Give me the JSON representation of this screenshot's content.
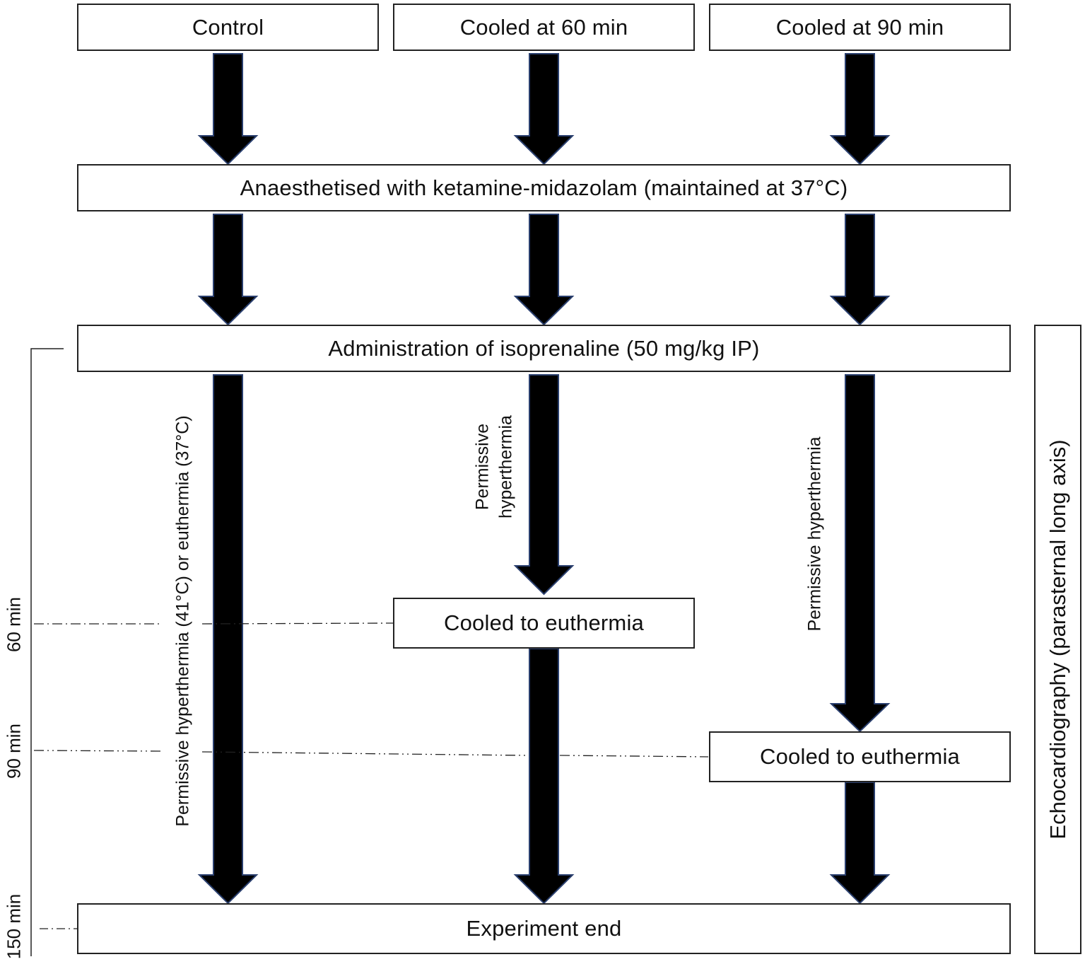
{
  "groups": {
    "control": "Control",
    "cooled_60": "Cooled at 60 min",
    "cooled_90": "Cooled at 90 min"
  },
  "steps": {
    "anaesthesia": "Anaesthetised with ketamine-midazolam (maintained at 37°C)",
    "isoprenaline": "Administration of isoprenaline (50 mg/kg IP)",
    "cooled_60": "Cooled to euthermia",
    "cooled_90": "Cooled to euthermia",
    "end": "Experiment end"
  },
  "arrow_labels": {
    "control": "Permissive hyperthermia (41°C) or euthermia (37°C)",
    "cooled_60_line1": "Permissive",
    "cooled_60_line2": "hyperthermia",
    "cooled_90": "Permissive hyperthermia"
  },
  "timeline": {
    "t60": "60 min",
    "t90": "90 min",
    "t150": "150 min"
  },
  "side_label": "Echocardiography (parasternal long axis)",
  "colors": {
    "arrow_fill": "#000000",
    "arrow_stroke": "#2a3f6e",
    "box_border": "#222222"
  }
}
